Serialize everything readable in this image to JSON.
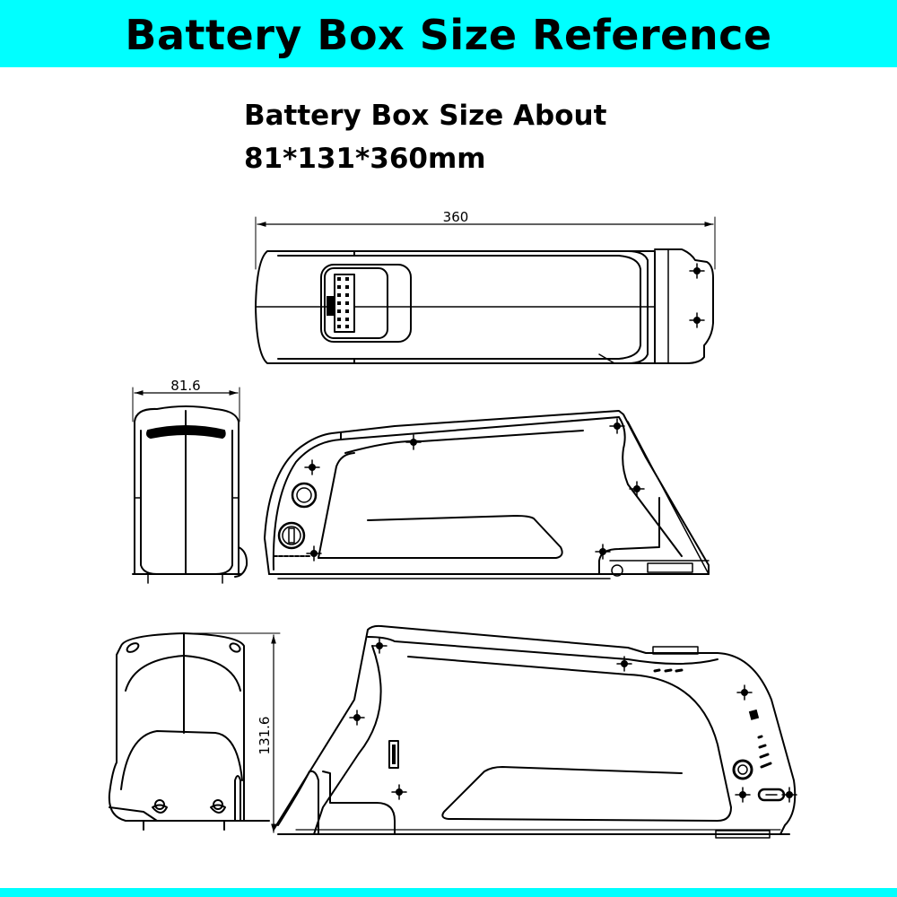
{
  "header": {
    "title": "Battery Box Size Reference",
    "background_color": "#00FFFF"
  },
  "subtitle": {
    "line1": "Battery Box Size About",
    "line2": "81*131*360mm"
  },
  "dimensions": {
    "length": "360",
    "width": "81.6",
    "height": "131.6"
  },
  "views": [
    {
      "name": "top-view",
      "dimension_label": "360"
    },
    {
      "name": "front-end-view",
      "dimension_label": "81.6"
    },
    {
      "name": "side-view-left",
      "dimension_label": ""
    },
    {
      "name": "rear-end-view",
      "dimension_label": "131.6"
    },
    {
      "name": "side-view-right",
      "dimension_label": ""
    }
  ],
  "footer": {
    "background_color": "#00FFFF"
  }
}
